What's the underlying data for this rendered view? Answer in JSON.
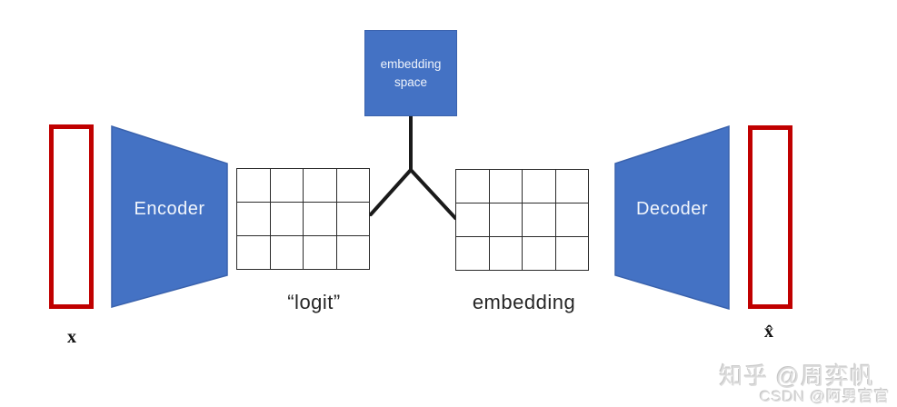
{
  "colors": {
    "shape_blue": "#4472c4",
    "shape_blue_border": "#3a62ad",
    "io_red": "#c00000",
    "line_black": "#1a1a1a",
    "grid_line": "#2b2b2b",
    "label_dark": "#262626",
    "watermark_gray": "#dcdcdc"
  },
  "nodes": {
    "input": {
      "label": "x"
    },
    "encoder": {
      "label": "Encoder"
    },
    "logit_grid": {
      "caption": "“logit”",
      "rows": 3,
      "cols": 4
    },
    "embedding_space": {
      "label": "embedding space"
    },
    "embedding_grid": {
      "caption": "embedding",
      "rows": 3,
      "cols": 4
    },
    "decoder": {
      "label": "Decoder"
    },
    "output": {
      "label": "x̂"
    }
  },
  "watermarks": {
    "zhihu": "知乎 @周弈帆",
    "csdn": "CSDN @阿男官官"
  }
}
